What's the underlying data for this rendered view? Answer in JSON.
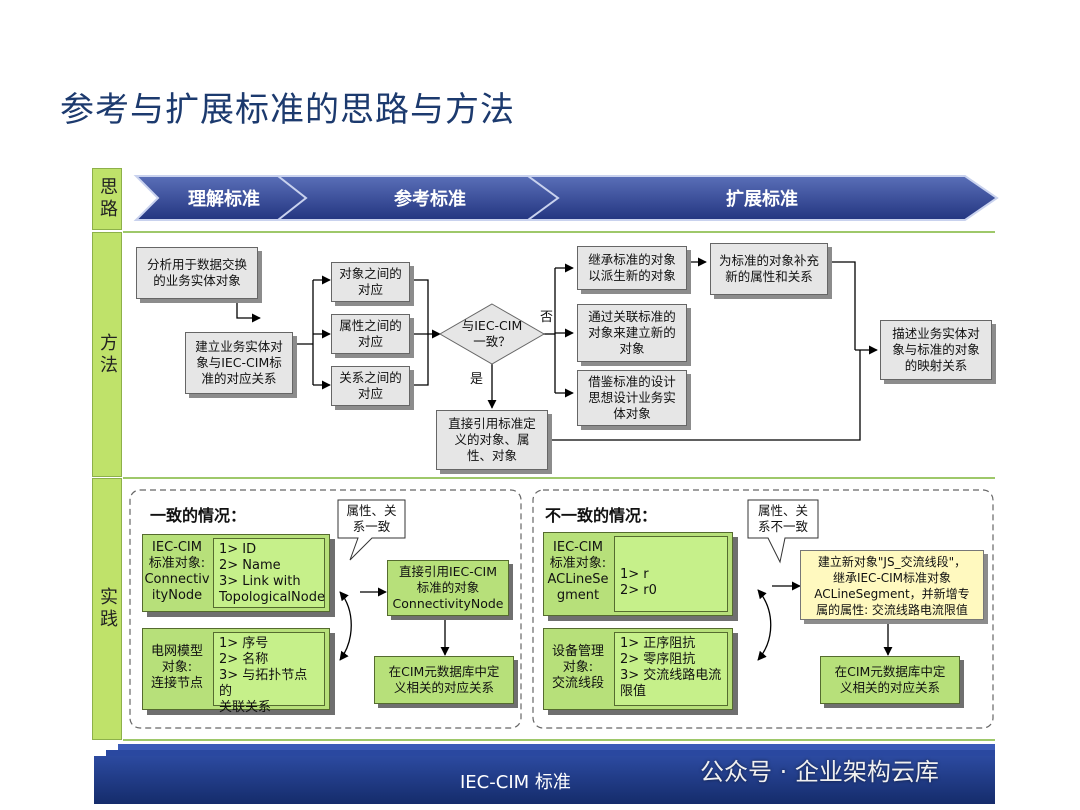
{
  "title": "参考与扩展标准的思路与方法",
  "rows": {
    "siLu": "思路",
    "fangFa": "方法",
    "shiJian": "实践"
  },
  "chevrons": [
    "理解标准",
    "参考标准",
    "扩展标准"
  ],
  "method": {
    "analyze": "分析用于数据交换\n的业务实体对象",
    "establish": "建立业务实体对\n象与IEC-CIM标\n准的对应关系",
    "objCorr": "对象之间的\n对应",
    "attrCorr": "属性之间的\n对应",
    "relCorr": "关系之间的\n对应",
    "decision": "与IEC-CIM\n一致？",
    "no": "否",
    "yes": "是",
    "inherit": "继承标准的对象\n以派生新的对象",
    "assoc": "通过关联标准的\n对象来建立新的\n对象",
    "borrow": "借鉴标准的设计\n思想设计业务实\n体对象",
    "supplement": "为标准的对象补充\n新的属性和关系",
    "describe": "描述业务实体对\n象与标准的对象\n的映射关系",
    "direct": "直接引用标准定\n义的对象、属\n性、对象"
  },
  "practice": {
    "consistent": {
      "heading": "一致的情况：",
      "callout": "属性、关\n系一致",
      "card1_label": "IEC-CIM\n标准对象:\nConnectiv\nityNode",
      "card1_items": "1> ID\n2> Name\n3> Link with\nTopologicalNode",
      "card2_label": "电网模型\n对象:\n连接节点",
      "card2_items": "1> 序号\n2> 名称\n3> 与拓扑节点的\n关联关系",
      "direct": "直接引用IEC-CIM\n标准的对象\nConnectivityNode",
      "define": "在CIM元数据库中定\n义相关的对应关系"
    },
    "inconsistent": {
      "heading": "不一致的情况：",
      "callout": "属性、关\n系不一致",
      "card1_label": "IEC-CIM\n标准对象:\nACLineSe\ngment",
      "card1_items": "1> r\n2> r0",
      "card2_label": "设备管理\n对象:\n交流线段",
      "card2_items": "1> 正序阻抗\n2> 零序阻抗\n3> 交流线路电流\n限值",
      "newobj": "建立新对象\"JS_交流线段\"，\n继承IEC-CIM标准对象\nACLineSegment，并新增专\n属的属性: 交流线路电流限值",
      "define": "在CIM元数据库中定\n义相关的对应关系"
    }
  },
  "bottom": "IEC-CIM 标准",
  "watermark": "公众号 · 企业架构云库",
  "colors": {
    "title": "#1c3a6e",
    "chevron": "#2b3f8a",
    "rowLabel": "#bfe26a",
    "frame": "#7fb539",
    "greenCard": "#b7e07a",
    "yellowBox": "#fff9bf",
    "bottomBar": "#1f3a82"
  }
}
